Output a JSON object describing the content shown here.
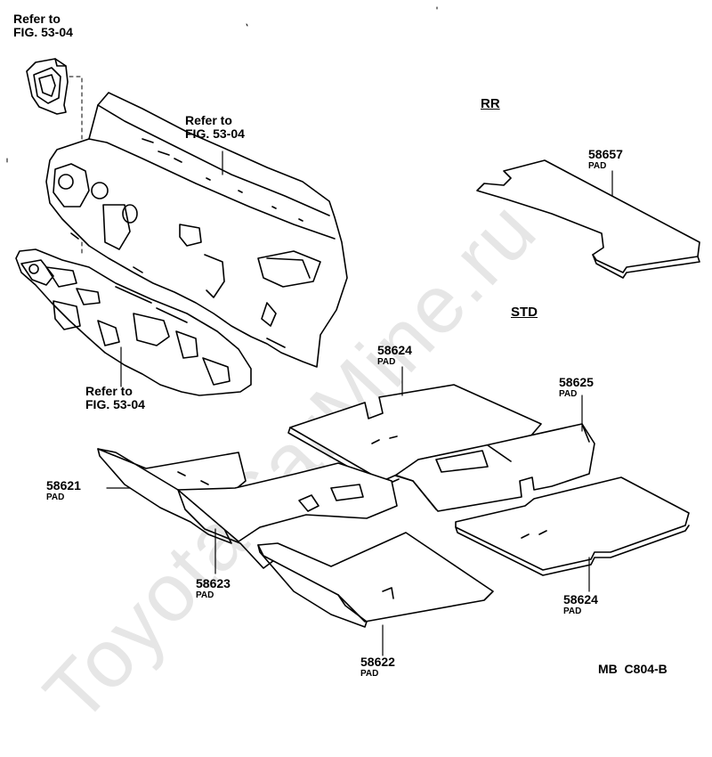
{
  "watermark": "ToyotaCarMine.ru",
  "sections": {
    "rr": "RR",
    "std": "STD"
  },
  "refs": [
    {
      "line1": "Refer to",
      "line2": "FIG. 53-04"
    },
    {
      "line1": "Refer to",
      "line2": "FIG. 53-04"
    },
    {
      "line1": "Refer to",
      "line2": "FIG. 53-04"
    }
  ],
  "parts": [
    {
      "number": "58657",
      "name": "PAD"
    },
    {
      "number": "58624",
      "name": "PAD"
    },
    {
      "number": "58625",
      "name": "PAD"
    },
    {
      "number": "58621",
      "name": "PAD"
    },
    {
      "number": "58623",
      "name": "PAD"
    },
    {
      "number": "58624",
      "name": "PAD"
    },
    {
      "number": "58622",
      "name": "PAD"
    }
  ],
  "code": "MB  C804-B"
}
